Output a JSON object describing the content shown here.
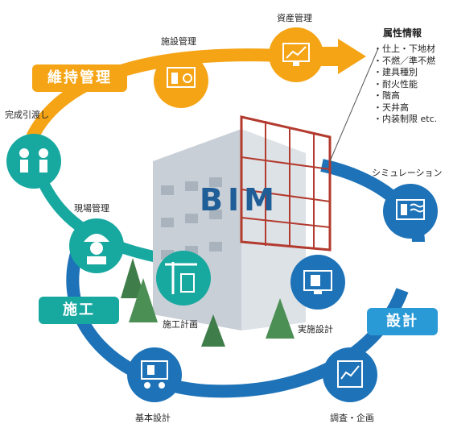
{
  "center": {
    "title": "BIM"
  },
  "stages": {
    "maintenance": "維持管理",
    "construction": "施工",
    "design": "設計"
  },
  "nodes": {
    "asset_management": "資産管理",
    "facility_management": "施設管理",
    "handover": "完成引渡し",
    "site_management": "現場管理",
    "construction_planning": "施工計画",
    "detailed_design": "実施設計",
    "basic_design": "基本設計",
    "survey_planning": "調査・企画",
    "simulation": "シミュレーション"
  },
  "attributes": {
    "title": "属性情報",
    "items": [
      "・仕上・下地材",
      "・不燃／準不燃",
      "・建具種別",
      "・耐火性能",
      "・階高",
      "・天井高",
      "・内装制限 etc."
    ]
  },
  "colors": {
    "orange": "#f5a416",
    "blue": "#1e73b8",
    "light_blue": "#2a9ad6",
    "teal": "#17a8a0",
    "building": "#c8cfd6",
    "frame": "#b33a2e"
  }
}
